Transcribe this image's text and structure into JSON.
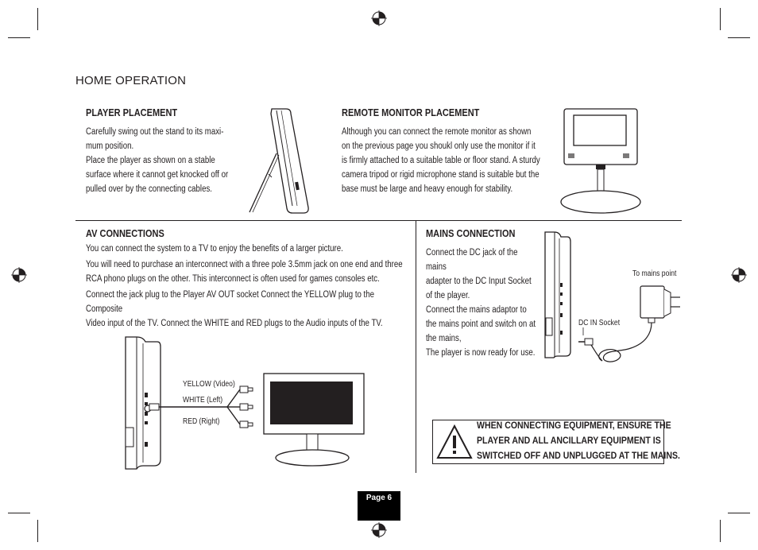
{
  "page": {
    "section_title": "HOME OPERATION",
    "page_label": "Page 6"
  },
  "player_placement": {
    "title": "PLAYER PLACEMENT",
    "paragraphs": [
      "Carefully swing out the stand to its maxi-",
      "mum position.",
      "Place the player as shown  on a stable",
      "surface where it cannot get knocked off or",
      "pulled over by the connecting cables."
    ]
  },
  "remote_monitor": {
    "title": "REMOTE MONITOR PLACEMENT",
    "lines": [
      "Although you can connect the remote monitor as shown",
      "on the previous page you shoukl only use the monitor if it",
      "is firmly attached to a suitable table or floor stand. A sturdy",
      "camera tripod or rigid microphone stand is suitable but the",
      "base must be large and heavy enough for stability."
    ]
  },
  "av_connections": {
    "title": "AV CONNECTIONS",
    "lines": [
      "You can connect the system to a TV to enjoy the benefits of a larger picture.",
      "You will need to purchase an interconnect with a three pole 3.5mm jack on one end and three",
      "RCA phono plugs on the other. This interconnect is often used for games consoles etc.",
      "Connect the jack plug to the Player AV OUT socket Connect the YELLOW plug to the Composite",
      "Video input of the TV. Connect the WHITE and RED plugs to the Audio inputs of the TV."
    ],
    "labels": {
      "yellow": "YELLOW (Video)",
      "white": "WHITE (Left)",
      "red": "RED (Right)"
    }
  },
  "mains_connection": {
    "title": "MAINS CONNECTION",
    "lines": [
      "Connect the DC jack of the mains",
      "adapter to the DC Input Socket",
      "of the player.",
      "Connect the mains adaptor to",
      "the mains point and switch on at",
      "the mains,",
      "The player is now ready for use."
    ],
    "labels": {
      "mains_point": "To mains point",
      "dc_in": "DC IN Socket"
    }
  },
  "warning": {
    "lines": [
      "WHEN CONNECTING EQUIPMENT, ENSURE THE",
      "PLAYER AND ALL ANCILLARY EQUIPMENT IS",
      "SWITCHED OFF AND UNPLUGGED AT THE MAINS."
    ]
  }
}
